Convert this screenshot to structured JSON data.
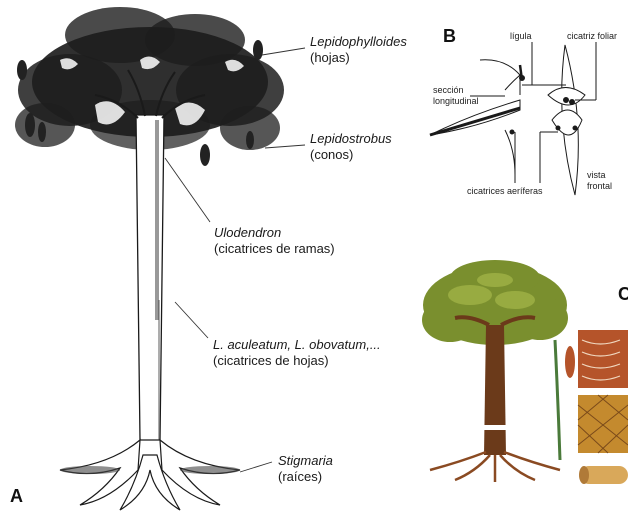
{
  "panels": {
    "a": {
      "letter": "A",
      "labels": [
        {
          "name": "Lepidophylloides",
          "desc": "(hojas)"
        },
        {
          "name": "Lepidostrobus",
          "desc": "(conos)"
        },
        {
          "name": "Ulodendron",
          "desc": "(cicatrices de ramas)"
        },
        {
          "name": "L. aculeatum, L. obovatum,...",
          "desc": "(cicatrices de hojas)"
        },
        {
          "name": "Stigmaria",
          "desc": "(raíces)"
        }
      ]
    },
    "b": {
      "letter": "B",
      "labels": {
        "ligula": "lígula",
        "cicatriz_foliar": "cicatriz foliar",
        "seccion_1": "sección",
        "seccion_2": "longitudinal",
        "cicatrices_aeriferas": "cicatrices aeríferas",
        "vista_1": "vista",
        "vista_2": "frontal"
      }
    },
    "c": {
      "letter": "C"
    }
  },
  "colors": {
    "ink": "#1a1a1a",
    "foliage": "#7a8f2e",
    "trunk": "#6b3a1a",
    "roots": "#8a4a22",
    "bark": "#b5542a"
  }
}
